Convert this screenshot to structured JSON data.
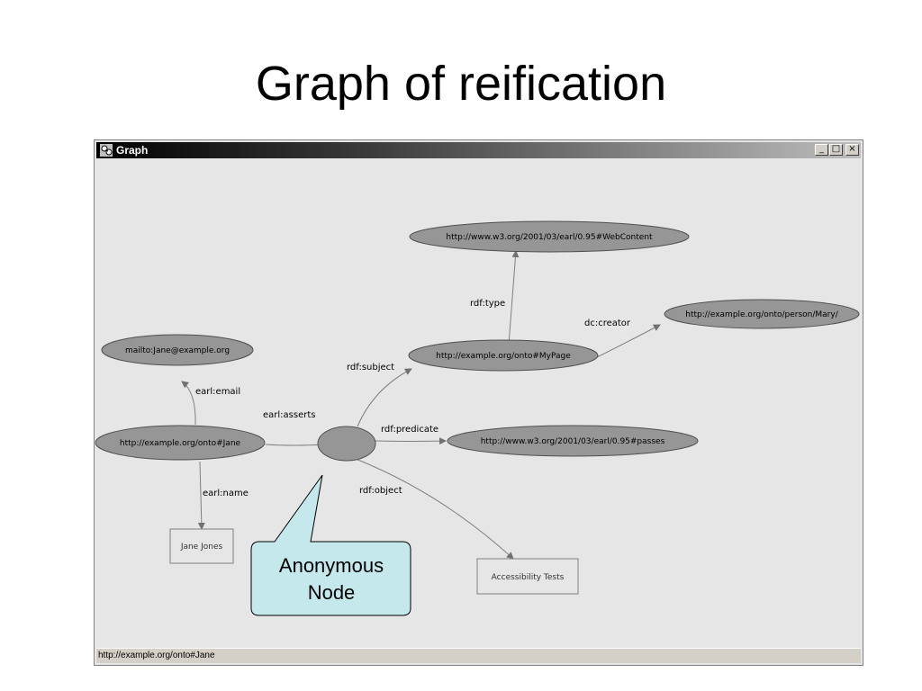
{
  "slide": {
    "title": "Graph of reification"
  },
  "window": {
    "title": "Graph",
    "status_text": "http://example.org/onto#Jane",
    "icon": "graph-app-icon",
    "controls": [
      "minimize-icon",
      "maximize-icon",
      "close-icon"
    ]
  },
  "nodes": {
    "web_content": "http://www.w3.org/2001/03/earl/0.95#WebContent",
    "mary": "http://example.org/onto/person/Mary/",
    "mailto": "mailto:Jane@example.org",
    "mypage": "http://example.org/onto#MyPage",
    "jane": "http://example.org/onto#Jane",
    "passes": "http://www.w3.org/2001/03/earl/0.95#passes",
    "jane_jones": "Jane Jones",
    "accessibility_tests": "Accessibility Tests"
  },
  "edges": {
    "rdf_type": "rdf:type",
    "dc_creator": "dc:creator",
    "rdf_subject": "rdf:subject",
    "earl_email": "earl:email",
    "earl_asserts": "earl:asserts",
    "rdf_predicate": "rdf:predicate",
    "earl_name": "earl:name",
    "rdf_object": "rdf:object"
  },
  "callout": {
    "line1": "Anonymous",
    "line2": "Node"
  },
  "colors": {
    "node_fill": "#969696",
    "literal_fill": "#e6e6e6",
    "callout_fill": "#c5e8ec",
    "edge": "#808080"
  }
}
